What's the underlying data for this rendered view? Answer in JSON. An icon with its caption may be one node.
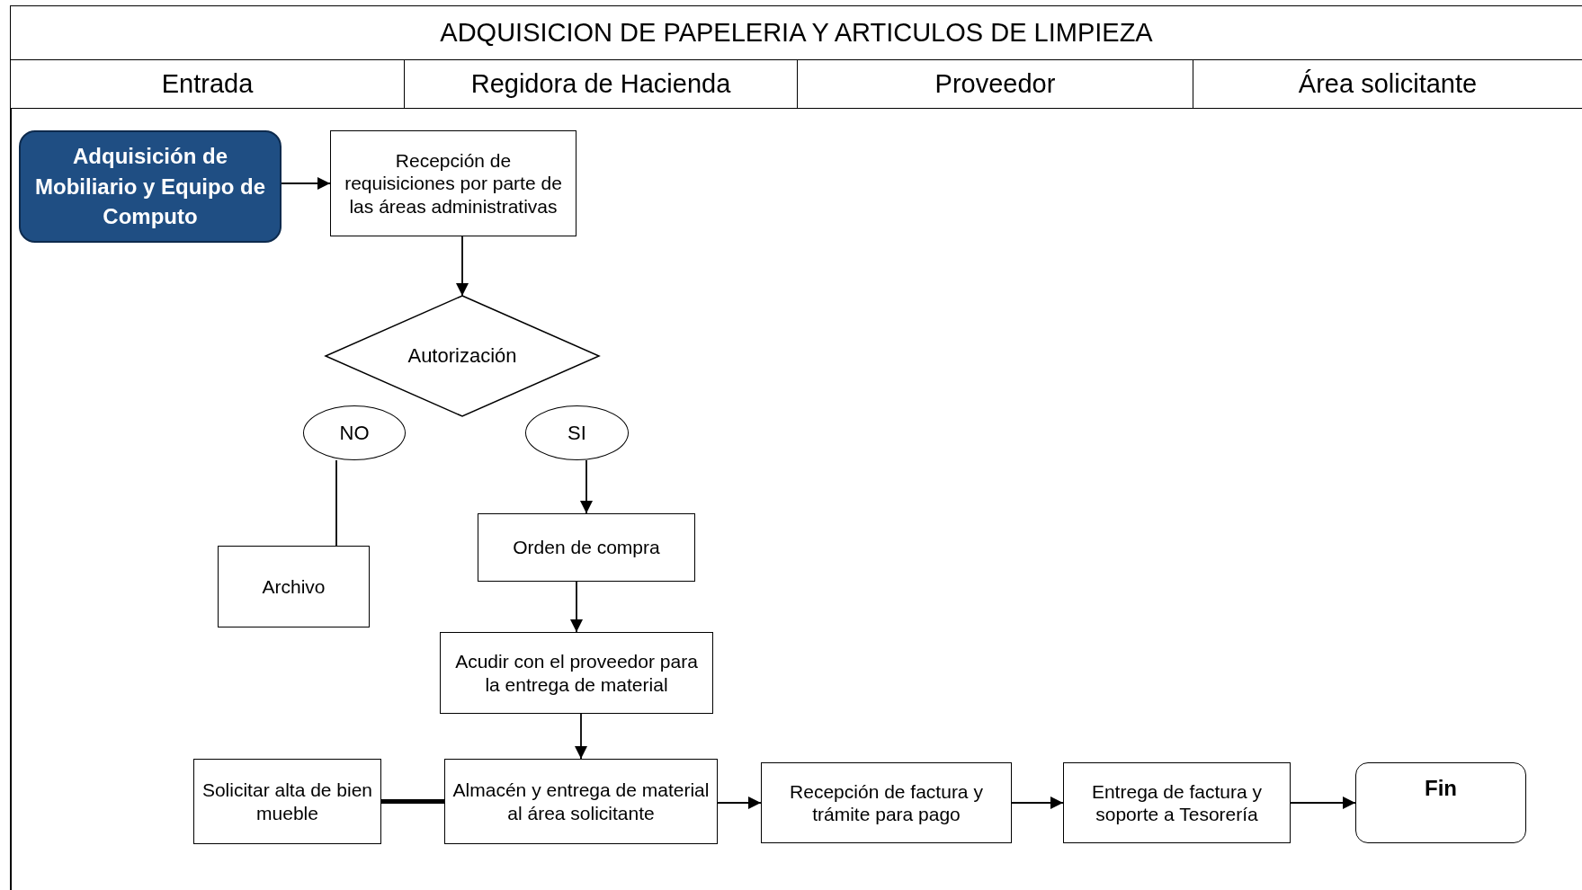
{
  "diagram": {
    "title": "ADQUISICION DE PAPELERIA Y ARTICULOS DE LIMPIEZA",
    "nodes": [
      {
        "text": [
          "Adquisición de Mobiliario y Equipo de Computo"
        ]
      },
      {
        "text": [
          "Recepción de requisiciones por parte de las áreas administrativas"
        ]
      },
      {
        "text": [
          "Autorización"
        ]
      },
      {
        "text": [
          "NO"
        ]
      },
      {
        "text": [
          "SI"
        ]
      },
      {
        "text": [
          "Archivo"
        ]
      },
      {
        "text": [
          "Orden de compra"
        ]
      },
      {
        "text": [
          "Acudir con el proveedor para la entrega de material"
        ]
      },
      {
        "text": [
          "Solicitar alta de bien mueble"
        ]
      },
      {
        "text": [
          "Almacén y entrega de material al área solicitante"
        ]
      },
      {
        "text": [
          "Recepción de factura y trámite para pago"
        ]
      },
      {
        "text": [
          "Entrega de factura y soporte a Tesorería"
        ]
      },
      {
        "text": [
          "Fin"
        ]
      }
    ],
    "edges": [
      {
        "from": 0,
        "to": 1,
        "arrow": "to"
      },
      {
        "from": 1,
        "to": 2,
        "arrow": "to"
      },
      {
        "from": 3,
        "to": 5,
        "arrow": "none"
      },
      {
        "from": 4,
        "to": 6,
        "arrow": "to"
      },
      {
        "from": 6,
        "to": 7,
        "arrow": "to"
      },
      {
        "from": 7,
        "to": 9,
        "arrow": "to"
      },
      {
        "from": 9,
        "to": 8,
        "arrow": "none",
        "style": "thick"
      },
      {
        "from": 9,
        "to": 10,
        "arrow": "to"
      },
      {
        "from": 10,
        "to": 11,
        "arrow": "to"
      },
      {
        "from": 11,
        "to": 12,
        "arrow": "to"
      }
    ],
    "labels": [
      "Entrada",
      "Regidora de Hacienda",
      "Proveedor",
      "Área solicitante"
    ]
  }
}
